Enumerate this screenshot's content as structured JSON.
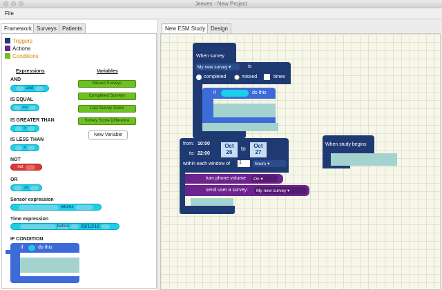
{
  "window": {
    "title": "Jeeves - New Project"
  },
  "menu": {
    "file": "File"
  },
  "left_tabs": [
    "Framework",
    "Surveys",
    "Patients"
  ],
  "legend": {
    "triggers": "Triggers",
    "actions": "Actions",
    "conditions": "Conditions",
    "colors": {
      "triggers": "#1f3a73",
      "actions": "#6d238f",
      "conditions": "#6fc022"
    }
  },
  "expressions": {
    "heading": "Expressions",
    "items": [
      {
        "label": "AND",
        "value": "and"
      },
      {
        "label": "IS EQUAL",
        "value": "=="
      },
      {
        "label": "IS GREATER THAN",
        "value": ">"
      },
      {
        "label": "IS LESS THAN",
        "value": "<"
      },
      {
        "label": "NOT",
        "value": "not"
      },
      {
        "label": "OR",
        "value": "or"
      }
    ],
    "sensor": {
      "label": "Sensor expression",
      "returns": "returns"
    },
    "time": {
      "label": "Time expression",
      "before": "before",
      "date": "09/10/16"
    },
    "if_condition": {
      "label": "IF CONDITION",
      "if": "if",
      "do_this": "do this"
    }
  },
  "variables": {
    "heading": "Variables",
    "items": [
      "Missed Surveys",
      "Completed Surveys",
      "Last Survey Score",
      "Survey Score Difference"
    ],
    "new_button": "New Variable"
  },
  "right_tabs": [
    "New ESM Study",
    "Design"
  ],
  "blocks": {
    "when_survey": {
      "title": "When survey",
      "survey": "My new survey",
      "is": "is",
      "completed": "completed",
      "missed": "missed",
      "times": "times",
      "if": "if",
      "do_this": "do this"
    },
    "schedule": {
      "from": "from:",
      "from_time": "10:00",
      "to_label": "to:",
      "to_time": "22:00",
      "start_month": "Oct",
      "start_day": "26",
      "to_word": "to",
      "end_month": "Oct",
      "end_day": "27",
      "window_text": "within each window of",
      "window_value": "1",
      "unit": "hours",
      "volume_label": "turn phone volume",
      "volume_value": "On",
      "send_label": "send user a survey:",
      "send_value": "My new survey"
    },
    "study_begins": {
      "title": "When study begins"
    }
  }
}
